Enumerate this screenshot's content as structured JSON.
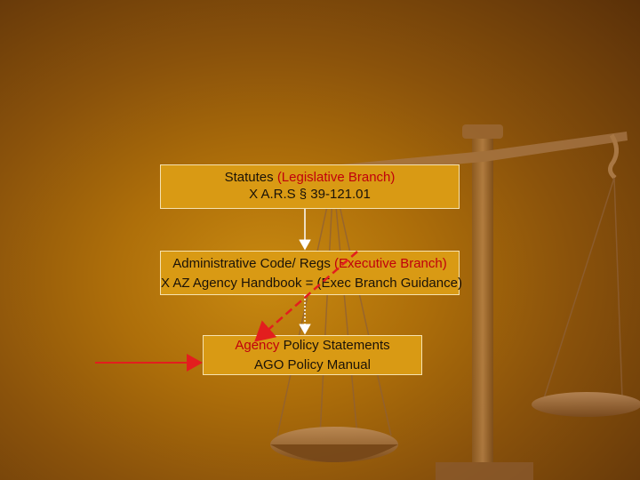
{
  "colors": {
    "background_center": "#c98a10",
    "background_edge": "#5a3008",
    "box_fill": "#d99a14",
    "box_border": "#f6e2b0",
    "text_dark": "#1a1208",
    "text_red": "#c0000c",
    "arrow_red": "#e31e1e",
    "arrow_white": "#ffffff"
  },
  "decoration": "scales-of-justice-watermark",
  "boxes": {
    "statutes": {
      "line1_black": "Statutes ",
      "line1_red": "(Legislative Branch)",
      "line2": "X A.R.S § 39-121.01"
    },
    "admin_code": {
      "line1_black": "Administrative Code/ Regs ",
      "line1_red": "(Executive Branch)",
      "line2": "X AZ Agency Handbook = (Exec Branch Guidance)"
    },
    "agency_policy": {
      "line1_red": "Agency",
      "line1_black": " Policy Statements",
      "line2": "AGO Policy Manual"
    }
  }
}
